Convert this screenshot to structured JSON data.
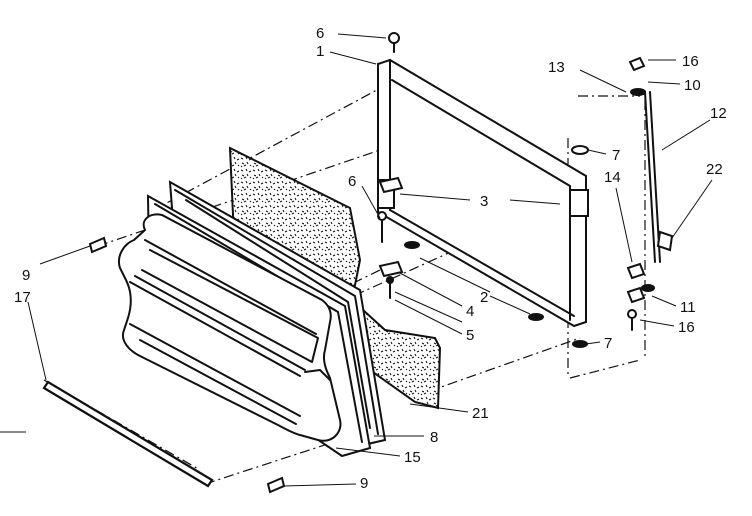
{
  "callouts": {
    "c1": "1",
    "c2": "2",
    "c3": "3",
    "c4": "4",
    "c5": "5",
    "c6a": "6",
    "c6b": "6",
    "c7a": "7",
    "c7b": "7",
    "c8": "8",
    "c9a": "9",
    "c9b": "9",
    "c10": "10",
    "c11": "11",
    "c12": "12",
    "c13": "13",
    "c14": "14",
    "c15": "15",
    "c16a": "16",
    "c16b": "16",
    "c17": "17",
    "c21": "21",
    "c22": "22"
  },
  "colors": {
    "ink": "#111111",
    "paper": "#ffffff"
  }
}
